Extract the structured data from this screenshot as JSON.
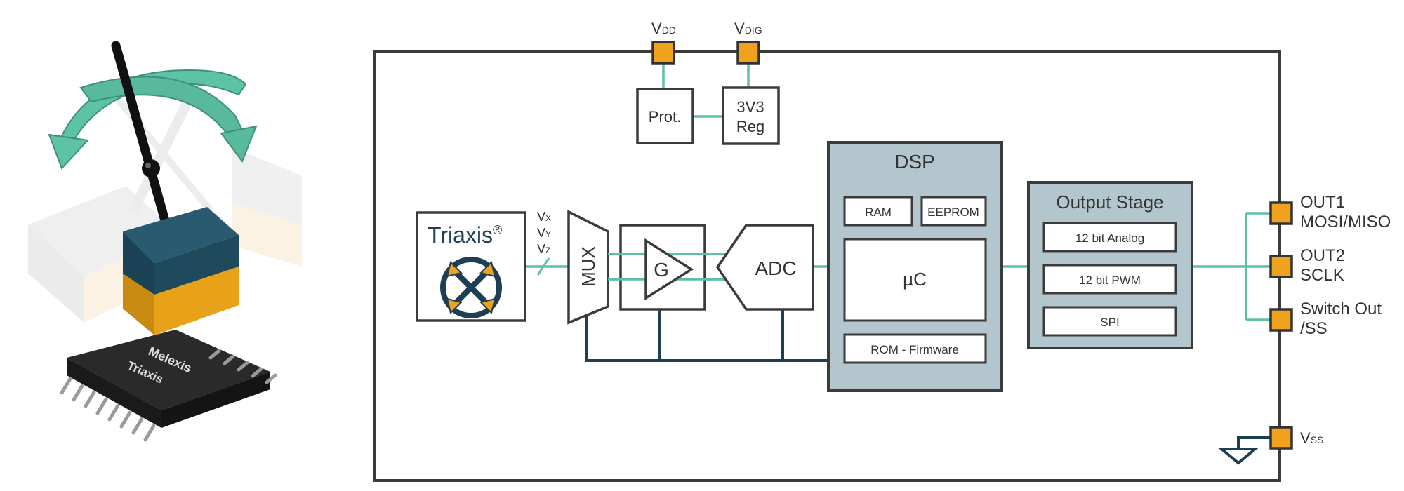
{
  "colors": {
    "pin": "#f0a11e",
    "pin_border": "#333333",
    "teal": "#5dbfa8",
    "navy": "#1d3f54",
    "block_border": "#3b3b3b",
    "dsp_fill": "#b4c6cd",
    "chip_top": "#1f4a5c",
    "chip_orange": "#e8a21a",
    "arrow": "#5cc3a5"
  },
  "icons": {
    "sensor_illustration": "joystick-sensor-illustration",
    "ground": "ground-symbol-icon",
    "amplifier": "amplifier-triangle-icon",
    "triaxis_logo": "triaxis-logo-icon"
  },
  "supply": {
    "vdd": {
      "main": "V",
      "sub": "DD"
    },
    "vdig": {
      "main": "V",
      "sub": "DIG"
    }
  },
  "prot": {
    "label": "Prot."
  },
  "reg": {
    "line1": "3V3",
    "line2": "Reg"
  },
  "triaxis": {
    "name": "Triaxis",
    "reg": "®"
  },
  "axes": {
    "vx": {
      "main": "V",
      "sub": "X"
    },
    "vy": {
      "main": "V",
      "sub": "Y"
    },
    "vz": {
      "main": "V",
      "sub": "Z"
    }
  },
  "mux": {
    "label": "MUX"
  },
  "gain": {
    "label": "G"
  },
  "adc": {
    "label": "ADC"
  },
  "dsp": {
    "title": "DSP",
    "ram": "RAM",
    "eeprom": "EEPROM",
    "uc": "µC",
    "rom": "ROM - Firmware"
  },
  "output_stage": {
    "title": "Output Stage",
    "analog": "12 bit Analog",
    "pwm": "12 bit PWM",
    "spi": "SPI"
  },
  "outputs": {
    "out1": {
      "line1": "OUT1",
      "line2": "MOSI/MISO"
    },
    "out2": {
      "line1": "OUT2",
      "line2": "SCLK"
    },
    "switch": {
      "line1": "Switch Out",
      "line2": "/SS"
    },
    "vss": {
      "main": "V",
      "sub": "SS"
    }
  },
  "chip": {
    "brand": "Melexis",
    "product": "Triaxis"
  }
}
